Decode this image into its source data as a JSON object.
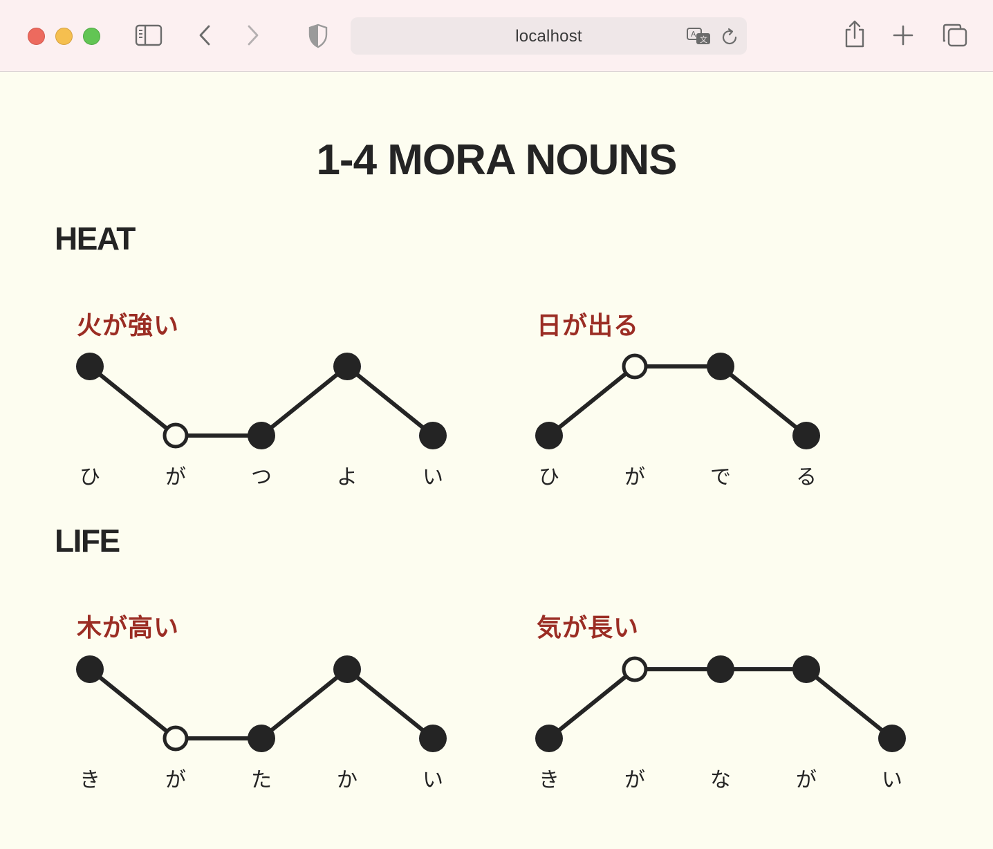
{
  "browser": {
    "url": "localhost"
  },
  "page": {
    "title": "1-4 MORA NOUNS"
  },
  "sections": [
    {
      "title": "HEAT",
      "examples": [
        {
          "phrase": "火が強い",
          "morae": [
            "ひ",
            "が",
            "つ",
            "よ",
            "い"
          ],
          "pitch": [
            "high",
            "low",
            "low",
            "high",
            "low"
          ],
          "open": [
            false,
            true,
            false,
            false,
            false
          ]
        },
        {
          "phrase": "日が出る",
          "morae": [
            "ひ",
            "が",
            "で",
            "る"
          ],
          "pitch": [
            "low",
            "high",
            "high",
            "low"
          ],
          "open": [
            false,
            true,
            false,
            false
          ]
        }
      ]
    },
    {
      "title": "LIFE",
      "examples": [
        {
          "phrase": "木が高い",
          "morae": [
            "き",
            "が",
            "た",
            "か",
            "い"
          ],
          "pitch": [
            "high",
            "low",
            "low",
            "high",
            "low"
          ],
          "open": [
            false,
            true,
            false,
            false,
            false
          ]
        },
        {
          "phrase": "気が長い",
          "morae": [
            "き",
            "が",
            "な",
            "が",
            "い"
          ],
          "pitch": [
            "low",
            "high",
            "high",
            "high",
            "low"
          ],
          "open": [
            false,
            true,
            false,
            false,
            false
          ]
        }
      ]
    }
  ],
  "colors": {
    "page_background": "#fdfdf0",
    "titlebar_background": "#fcf0f1",
    "phrase_accent": "#9b2d24",
    "ink": "#242424"
  }
}
